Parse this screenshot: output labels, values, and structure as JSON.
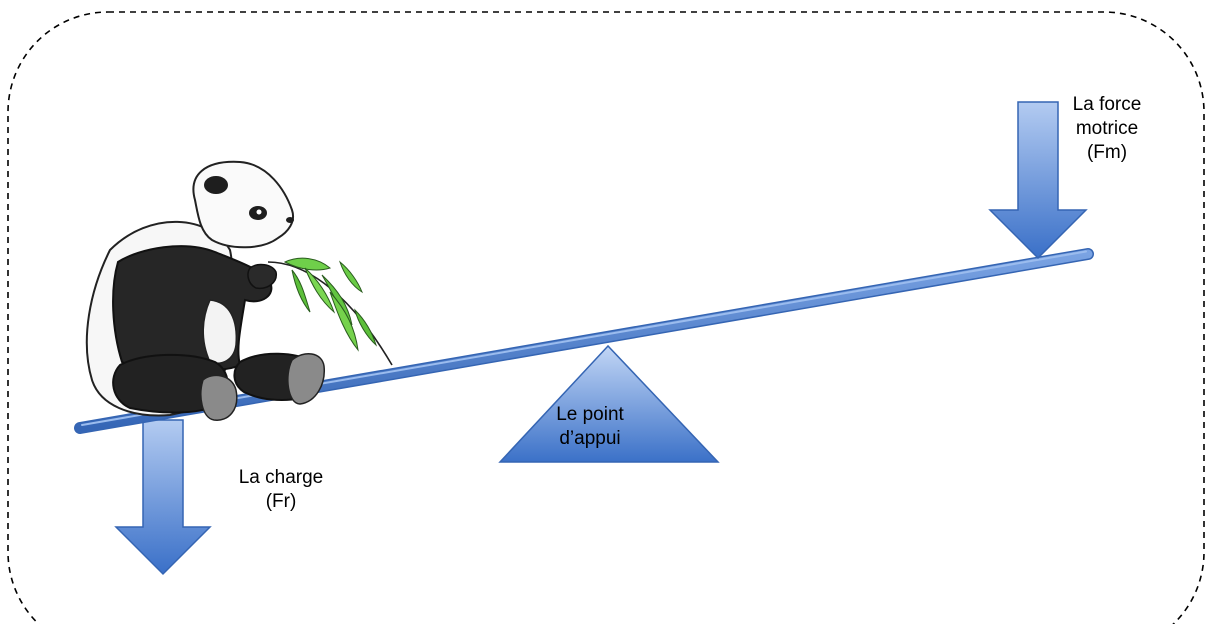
{
  "labels": {
    "force_motrice": [
      "La force",
      "motrice",
      "(Fm)"
    ],
    "charge": [
      "La charge",
      "(Fr)"
    ],
    "point_appui": [
      "Le point",
      "d’appui"
    ]
  },
  "colors": {
    "beam": "#4a7fd0",
    "arrow_top": "#a9c3ef",
    "arrow_bottom": "#3d73c9",
    "fulcrum_top": "#b8cff3",
    "fulcrum_bottom": "#3f74c9",
    "frame": "#000000"
  }
}
